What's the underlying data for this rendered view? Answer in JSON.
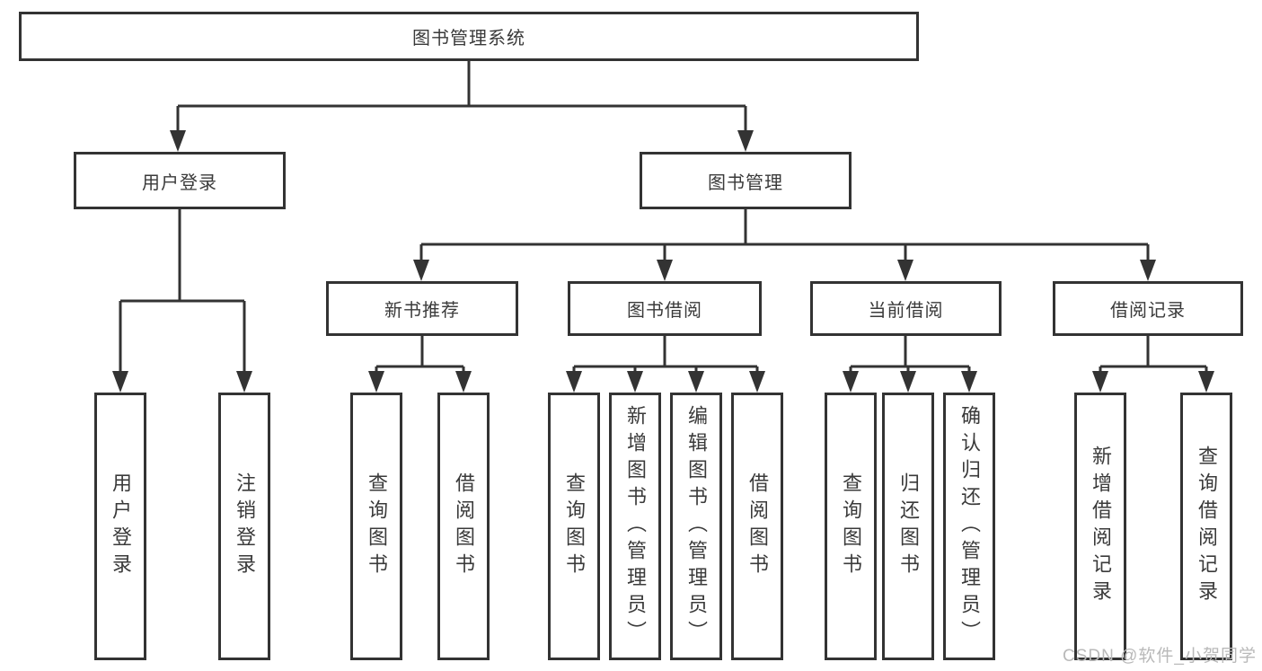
{
  "tree": {
    "root": {
      "label": "图书管理系统"
    },
    "branches": [
      {
        "label": "用户登录",
        "children": [
          {
            "label": "用户登录"
          },
          {
            "label": "注销登录"
          }
        ]
      },
      {
        "label": "图书管理",
        "groups": [
          {
            "label": "新书推荐",
            "children": [
              {
                "label": "查询图书"
              },
              {
                "label": "借阅图书"
              }
            ]
          },
          {
            "label": "图书借阅",
            "children": [
              {
                "label": "查询图书"
              },
              {
                "label": "新增图书（管理员）"
              },
              {
                "label": "编辑图书（管理员）"
              },
              {
                "label": "借阅图书"
              }
            ]
          },
          {
            "label": "当前借阅",
            "children": [
              {
                "label": "查询图书"
              },
              {
                "label": "归还图书"
              },
              {
                "label": "确认归还（管理员）"
              }
            ]
          },
          {
            "label": "借阅记录",
            "children": [
              {
                "label": "新增借阅记录"
              },
              {
                "label": "查询借阅记录"
              }
            ]
          }
        ]
      }
    ]
  },
  "watermark": {
    "text": "CSDN @软件_小贺同学"
  },
  "colors": {
    "line": "#333333",
    "text": "#3a3a3a",
    "watermark": "#b9b9b9",
    "background": "#ffffff"
  }
}
